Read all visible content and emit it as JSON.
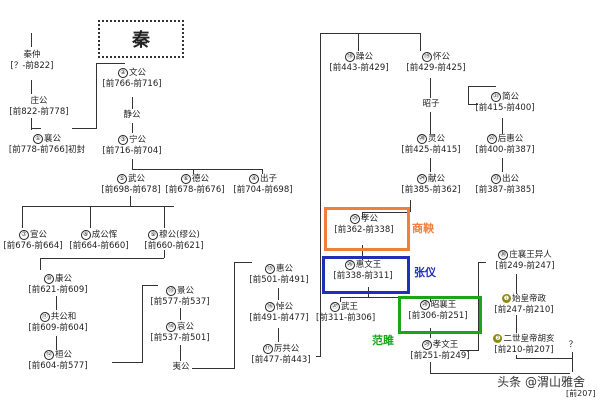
{
  "title": "秦",
  "nodes": {
    "qinzhong": {
      "num": "",
      "name": "秦仲",
      "dates": "[？-前822]"
    },
    "zhuang": {
      "num": "",
      "name": "庄公",
      "dates": "[前822-前778]"
    },
    "xiang": {
      "num": "①",
      "name": "襄公",
      "dates": "[前778-前766]初封"
    },
    "wen": {
      "num": "②",
      "name": "文公",
      "dates": "[前766-前716]"
    },
    "jing": {
      "num": "",
      "name": "静公",
      "dates": ""
    },
    "ning": {
      "num": "③",
      "name": "宁公",
      "dates": "[前716-前704]"
    },
    "wugong": {
      "num": "⑤",
      "name": "武公",
      "dates": "[前698-前678]"
    },
    "de": {
      "num": "⑥",
      "name": "德公",
      "dates": "[前678-前676]"
    },
    "chuzi": {
      "num": "④",
      "name": "出子",
      "dates": "[前704-前698]"
    },
    "xuan": {
      "num": "⑦",
      "name": "宣公",
      "dates": "[前676-前664]"
    },
    "cheng": {
      "num": "⑧",
      "name": "成公恽",
      "dates": "[前664-前660]"
    },
    "mu": {
      "num": "⑨",
      "name": "穆公(缪公)",
      "dates": "[前660-前621]"
    },
    "kang": {
      "num": "⑩",
      "name": "康公",
      "dates": "[前621-前609]"
    },
    "gonggong": {
      "num": "⑪",
      "name": "共公和",
      "dates": "[前609-前604]"
    },
    "huan": {
      "num": "⑫",
      "name": "桓公",
      "dates": "[前604-前577]"
    },
    "jinggong": {
      "num": "⑬",
      "name": "景公",
      "dates": "[前577-前537]"
    },
    "ai": {
      "num": "⑭",
      "name": "哀公",
      "dates": "[前537-前501]"
    },
    "yi": {
      "num": "",
      "name": "夷公",
      "dates": ""
    },
    "hui": {
      "num": "⑮",
      "name": "惠公",
      "dates": "[前501-前491]"
    },
    "dao": {
      "num": "⑯",
      "name": "悼公",
      "dates": "[前491-前477]"
    },
    "ligong": {
      "num": "⑰",
      "name": "厉共公",
      "dates": "[前477-前443]"
    },
    "zao": {
      "num": "⑱",
      "name": "躁公",
      "dates": "[前443-前429]"
    },
    "huai": {
      "num": "⑲",
      "name": "怀公",
      "dates": "[前429-前425]"
    },
    "zhaozi": {
      "num": "",
      "name": "昭子",
      "dates": ""
    },
    "jian": {
      "num": "㉑",
      "name": "简公",
      "dates": "[前415-前400]"
    },
    "ling": {
      "num": "⑳",
      "name": "灵公",
      "dates": "[前425-前415]"
    },
    "houhui": {
      "num": "㉒",
      "name": "后惠公",
      "dates": "[前400-前387]"
    },
    "xiangong": {
      "num": "㉔",
      "name": "献公",
      "dates": "[前385-前362]"
    },
    "chu": {
      "num": "㉓",
      "name": "出公",
      "dates": "[前387-前385]"
    },
    "xiao": {
      "num": "㉕",
      "name": "孝公",
      "dates": "[前362-前338]"
    },
    "huiwen": {
      "num": "㉖",
      "name": "惠文王",
      "dates": "[前338-前311]"
    },
    "wuwang": {
      "num": "㉗",
      "name": "武王",
      "dates": "[前311-前306]"
    },
    "zhaoxiang": {
      "num": "㉘",
      "name": "昭襄王",
      "dates": "[前306-前251]"
    },
    "xiaowen": {
      "num": "㉙",
      "name": "孝文王",
      "dates": "[前251-前249]"
    },
    "zhuangxiang": {
      "num": "㉚",
      "name": "庄襄王异人",
      "dates": "[前249-前247]"
    },
    "shihuang": {
      "num": "❶",
      "name": "始皇帝政",
      "dates": "[前247-前210]"
    },
    "ershi": {
      "num": "❷",
      "name": "二世皇帝胡亥",
      "dates": "[前210-前207]"
    },
    "ziying": {
      "num": "",
      "name": "？",
      "dates": "[前207]"
    }
  },
  "annotations": {
    "shangyang": "商鞅",
    "zhangyi": "张仪",
    "fanju": "范雎"
  },
  "colors": {
    "orange": "#f07f3c",
    "blue": "#1f2fb8",
    "green": "#1aa51a",
    "olive": "#8c8a12"
  },
  "watermark": "头条 @渭山雅舍"
}
